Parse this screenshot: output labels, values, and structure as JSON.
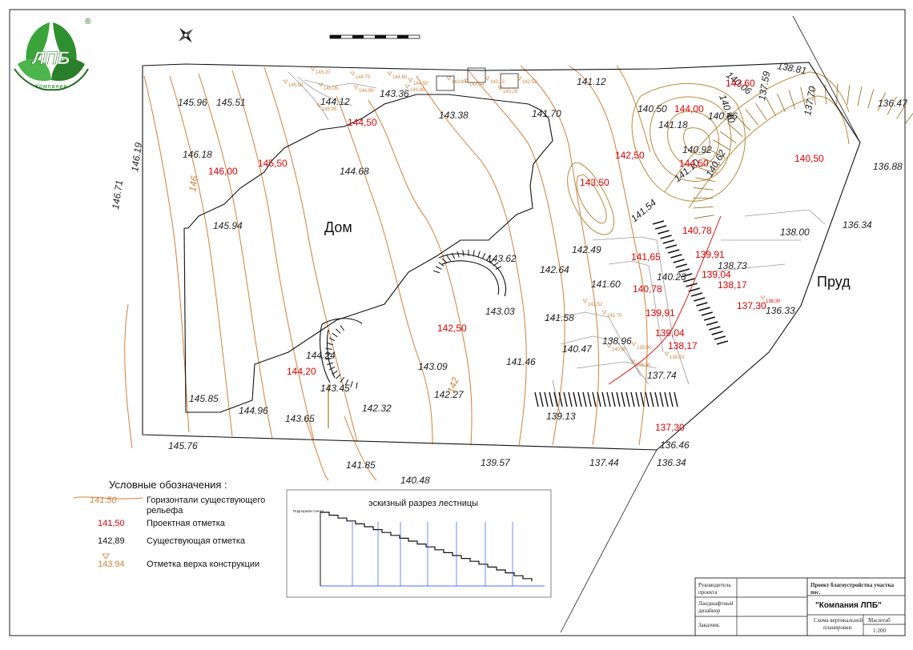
{
  "logo": {
    "text": "ЛПБ",
    "ring_text": "Компания",
    "registered": "®"
  },
  "plan_labels": {
    "house": "Дом",
    "pond": "Пруд"
  },
  "legend": {
    "title": "Условные обозначения :",
    "items": [
      {
        "sample": "141.50",
        "text": "Горизонтали существующего рельефа",
        "kind": "contour"
      },
      {
        "sample": "141,50",
        "text": "Проектная отметка",
        "kind": "project"
      },
      {
        "sample": "142,89",
        "text": "Существующая отметка",
        "kind": "existing"
      },
      {
        "sample": "143.94",
        "text": "Отметка верха конструкции",
        "kind": "top"
      }
    ]
  },
  "section": {
    "title": "эскизный разрез лестницы",
    "side_label": "Подпорная стенка"
  },
  "title_block": {
    "role_1": "Руководитель проекта",
    "role_2": "Ландшафтный дизайнер",
    "role_3": "Заказчик",
    "project": "Проект благоустройства участка пос.",
    "company": "\"Компания ЛПБ\"",
    "sheet": "Схема вертикальной планировки",
    "scale_label": "Масштаб",
    "scale_value": "1:200"
  },
  "existing_elevations": [
    "145.96",
    "145.51",
    "146.19",
    "146.18",
    "146.71",
    "145.94",
    "145.85",
    "145.76",
    "144.96",
    "143.65",
    "144.12",
    "143.36",
    "143.38",
    "141.70",
    "141.12",
    "144.68",
    "140.50",
    "141.18",
    "140.66",
    "140.92",
    "141.10",
    "140.62",
    "141.54",
    "143.62",
    "142.49",
    "142.64",
    "141.60",
    "141.58",
    "141.46",
    "140.47",
    "143.03",
    "143.09",
    "142.27",
    "142.32",
    "144.24",
    "143.45",
    "138.81",
    "137.59",
    "137.70",
    "136.47",
    "136.88",
    "136.34",
    "138.00",
    "138.73",
    "140.23",
    "136.33",
    "138.96",
    "137.74",
    "139.13",
    "136.46",
    "141.85",
    "140.48",
    "139.57",
    "137.44",
    "136.34",
    "140.06",
    "140.40"
  ],
  "project_elevations": [
    "146,00",
    "145,50",
    "144,50",
    "143,60",
    "144,00",
    "144,50",
    "142,50",
    "143,50",
    "140,50",
    "140,78",
    "141,65",
    "139,91",
    "139,04",
    "138,17",
    "140,78",
    "139,91",
    "139,04",
    "138,17",
    "137,30",
    "137,30",
    "142,50",
    "144,20"
  ],
  "top_elevations": [
    "145.90",
    "145.20",
    "145.05",
    "145.35",
    "144.75",
    "144.90",
    "144.60",
    "144.50",
    "143.84",
    "143.94",
    "143.85",
    "143.15",
    "143.26",
    "142.52",
    "142.52",
    "141.70",
    "140.80",
    "139.90",
    "139.00",
    "138.10",
    "136,30"
  ],
  "contour_labels": [
    "146",
    "142"
  ]
}
